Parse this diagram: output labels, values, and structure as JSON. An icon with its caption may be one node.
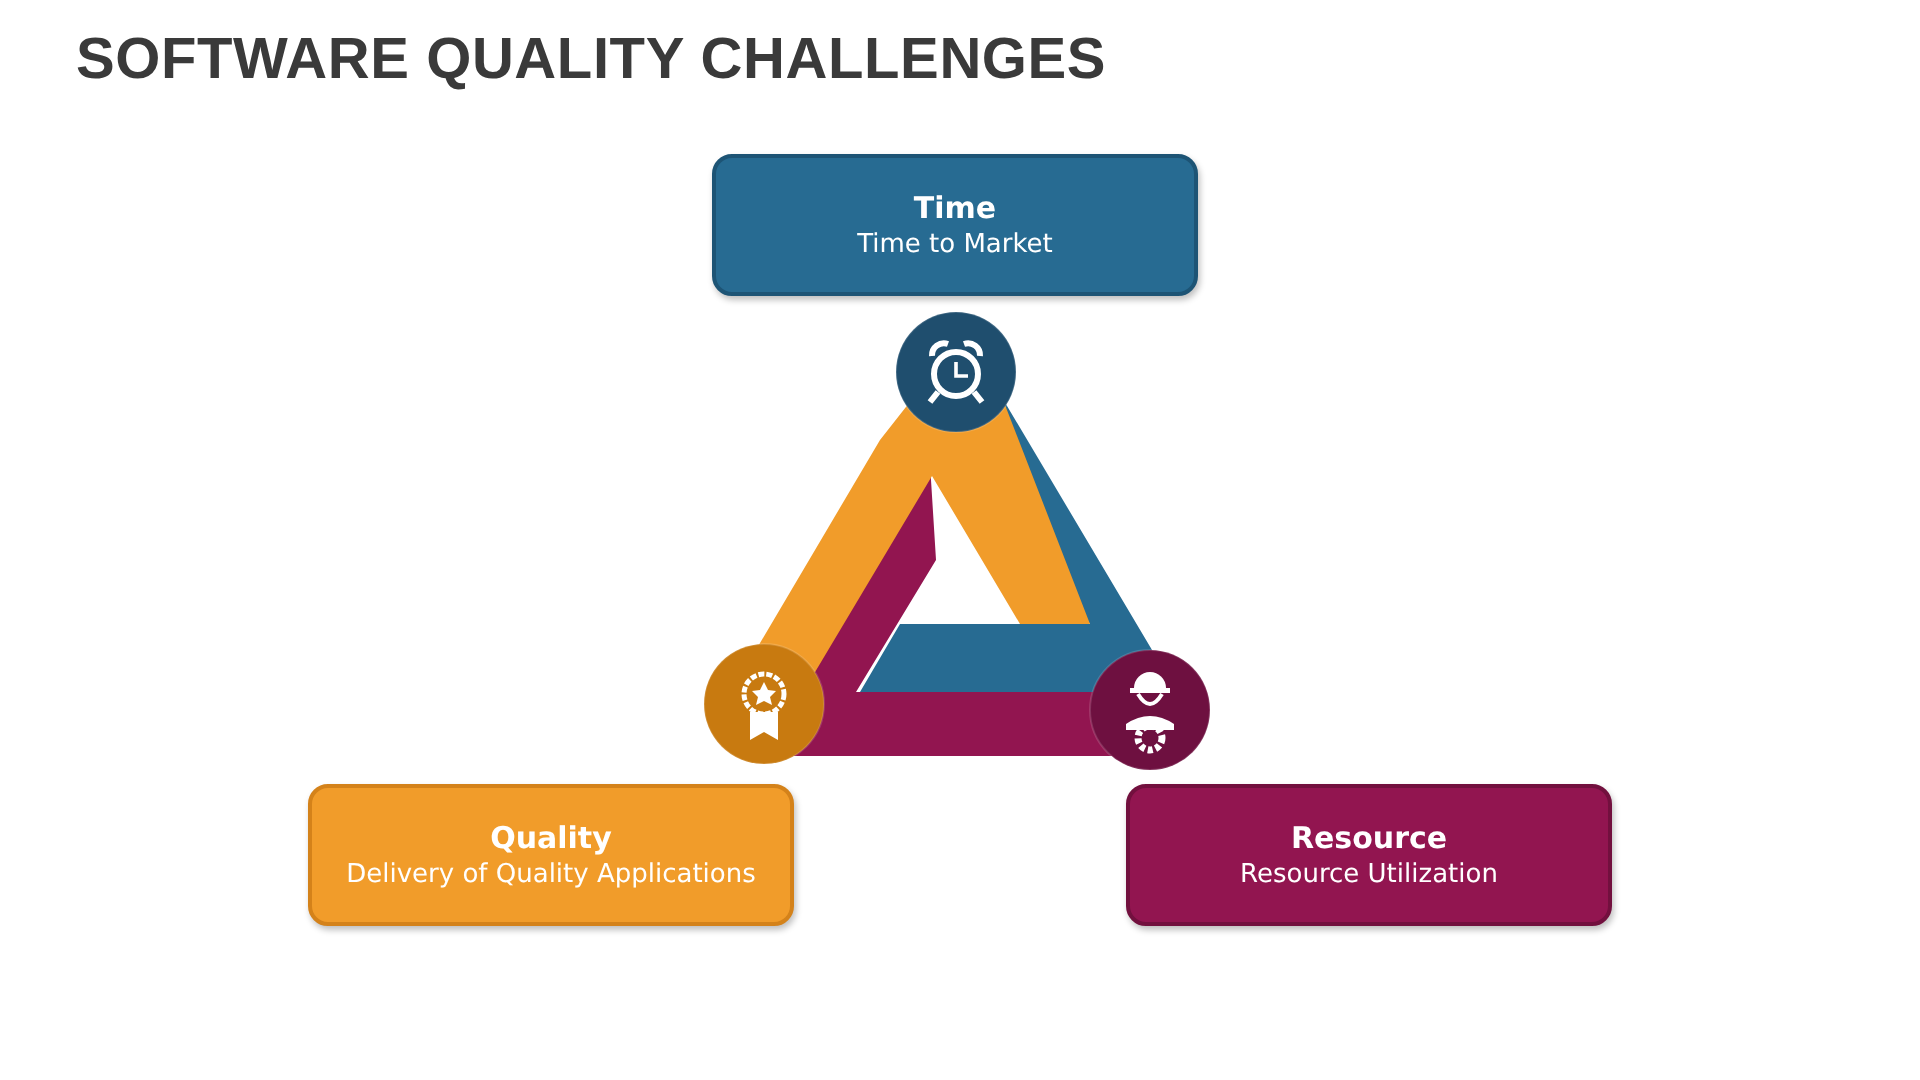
{
  "diagram": {
    "title": "SOFTWARE QUALITY CHALLENGES",
    "nodes": [
      {
        "text": [
          "Time",
          "Time to Market"
        ]
      },
      {
        "text": [
          "Quality",
          "Delivery of Quality Applications"
        ]
      },
      {
        "text": [
          "Resource",
          "Resource Utilization"
        ]
      }
    ]
  }
}
